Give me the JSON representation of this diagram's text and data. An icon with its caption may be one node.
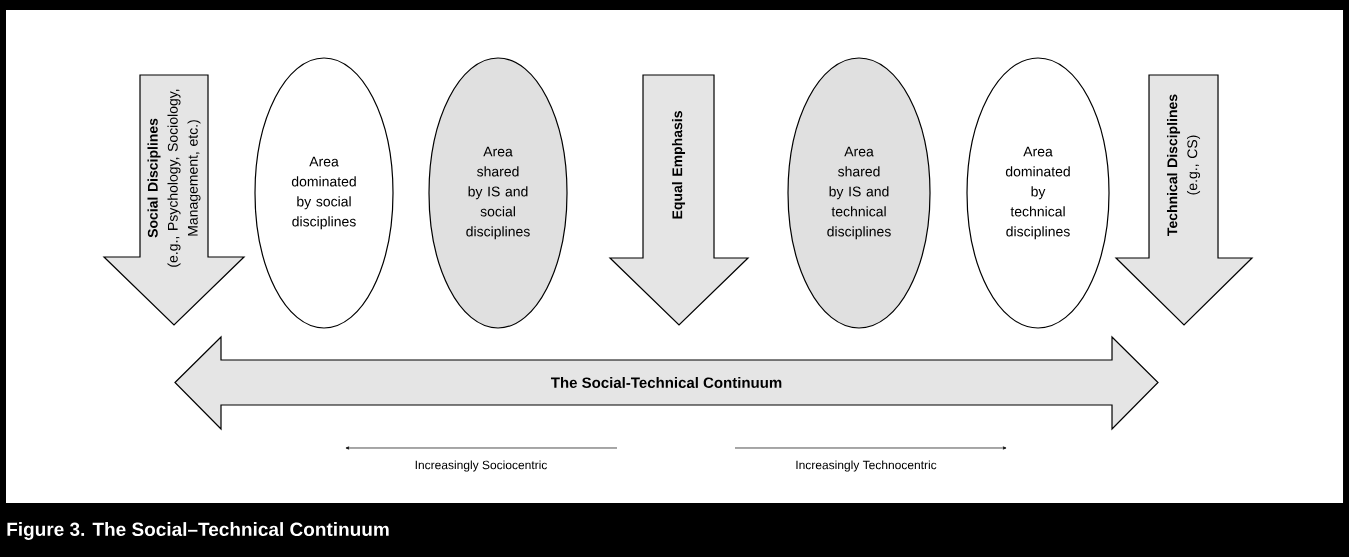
{
  "diagram": {
    "caption": "Figure 3.  The Social–Technical Continuum",
    "nodes": [
      {
        "text": [
          "Social Disciplines",
          "(e.g., Psychology, Sociology, Management, etc.)"
        ]
      },
      {
        "text": [
          "Area dominated by social disciplines"
        ]
      },
      {
        "text": [
          "Area shared by IS and social disciplines"
        ]
      },
      {
        "text": [
          "Equal Emphasis"
        ]
      },
      {
        "text": [
          "Area shared by IS and technical disciplines"
        ]
      },
      {
        "text": [
          "Area dominated by technical disciplines"
        ]
      },
      {
        "text": [
          "Technical Disciplines",
          "(e.g., CS)"
        ]
      },
      {
        "text": [
          "The Social-Technical Continuum"
        ]
      }
    ],
    "labels": [
      "Increasingly Sociocentric",
      "Increasingly Technocentric"
    ]
  }
}
